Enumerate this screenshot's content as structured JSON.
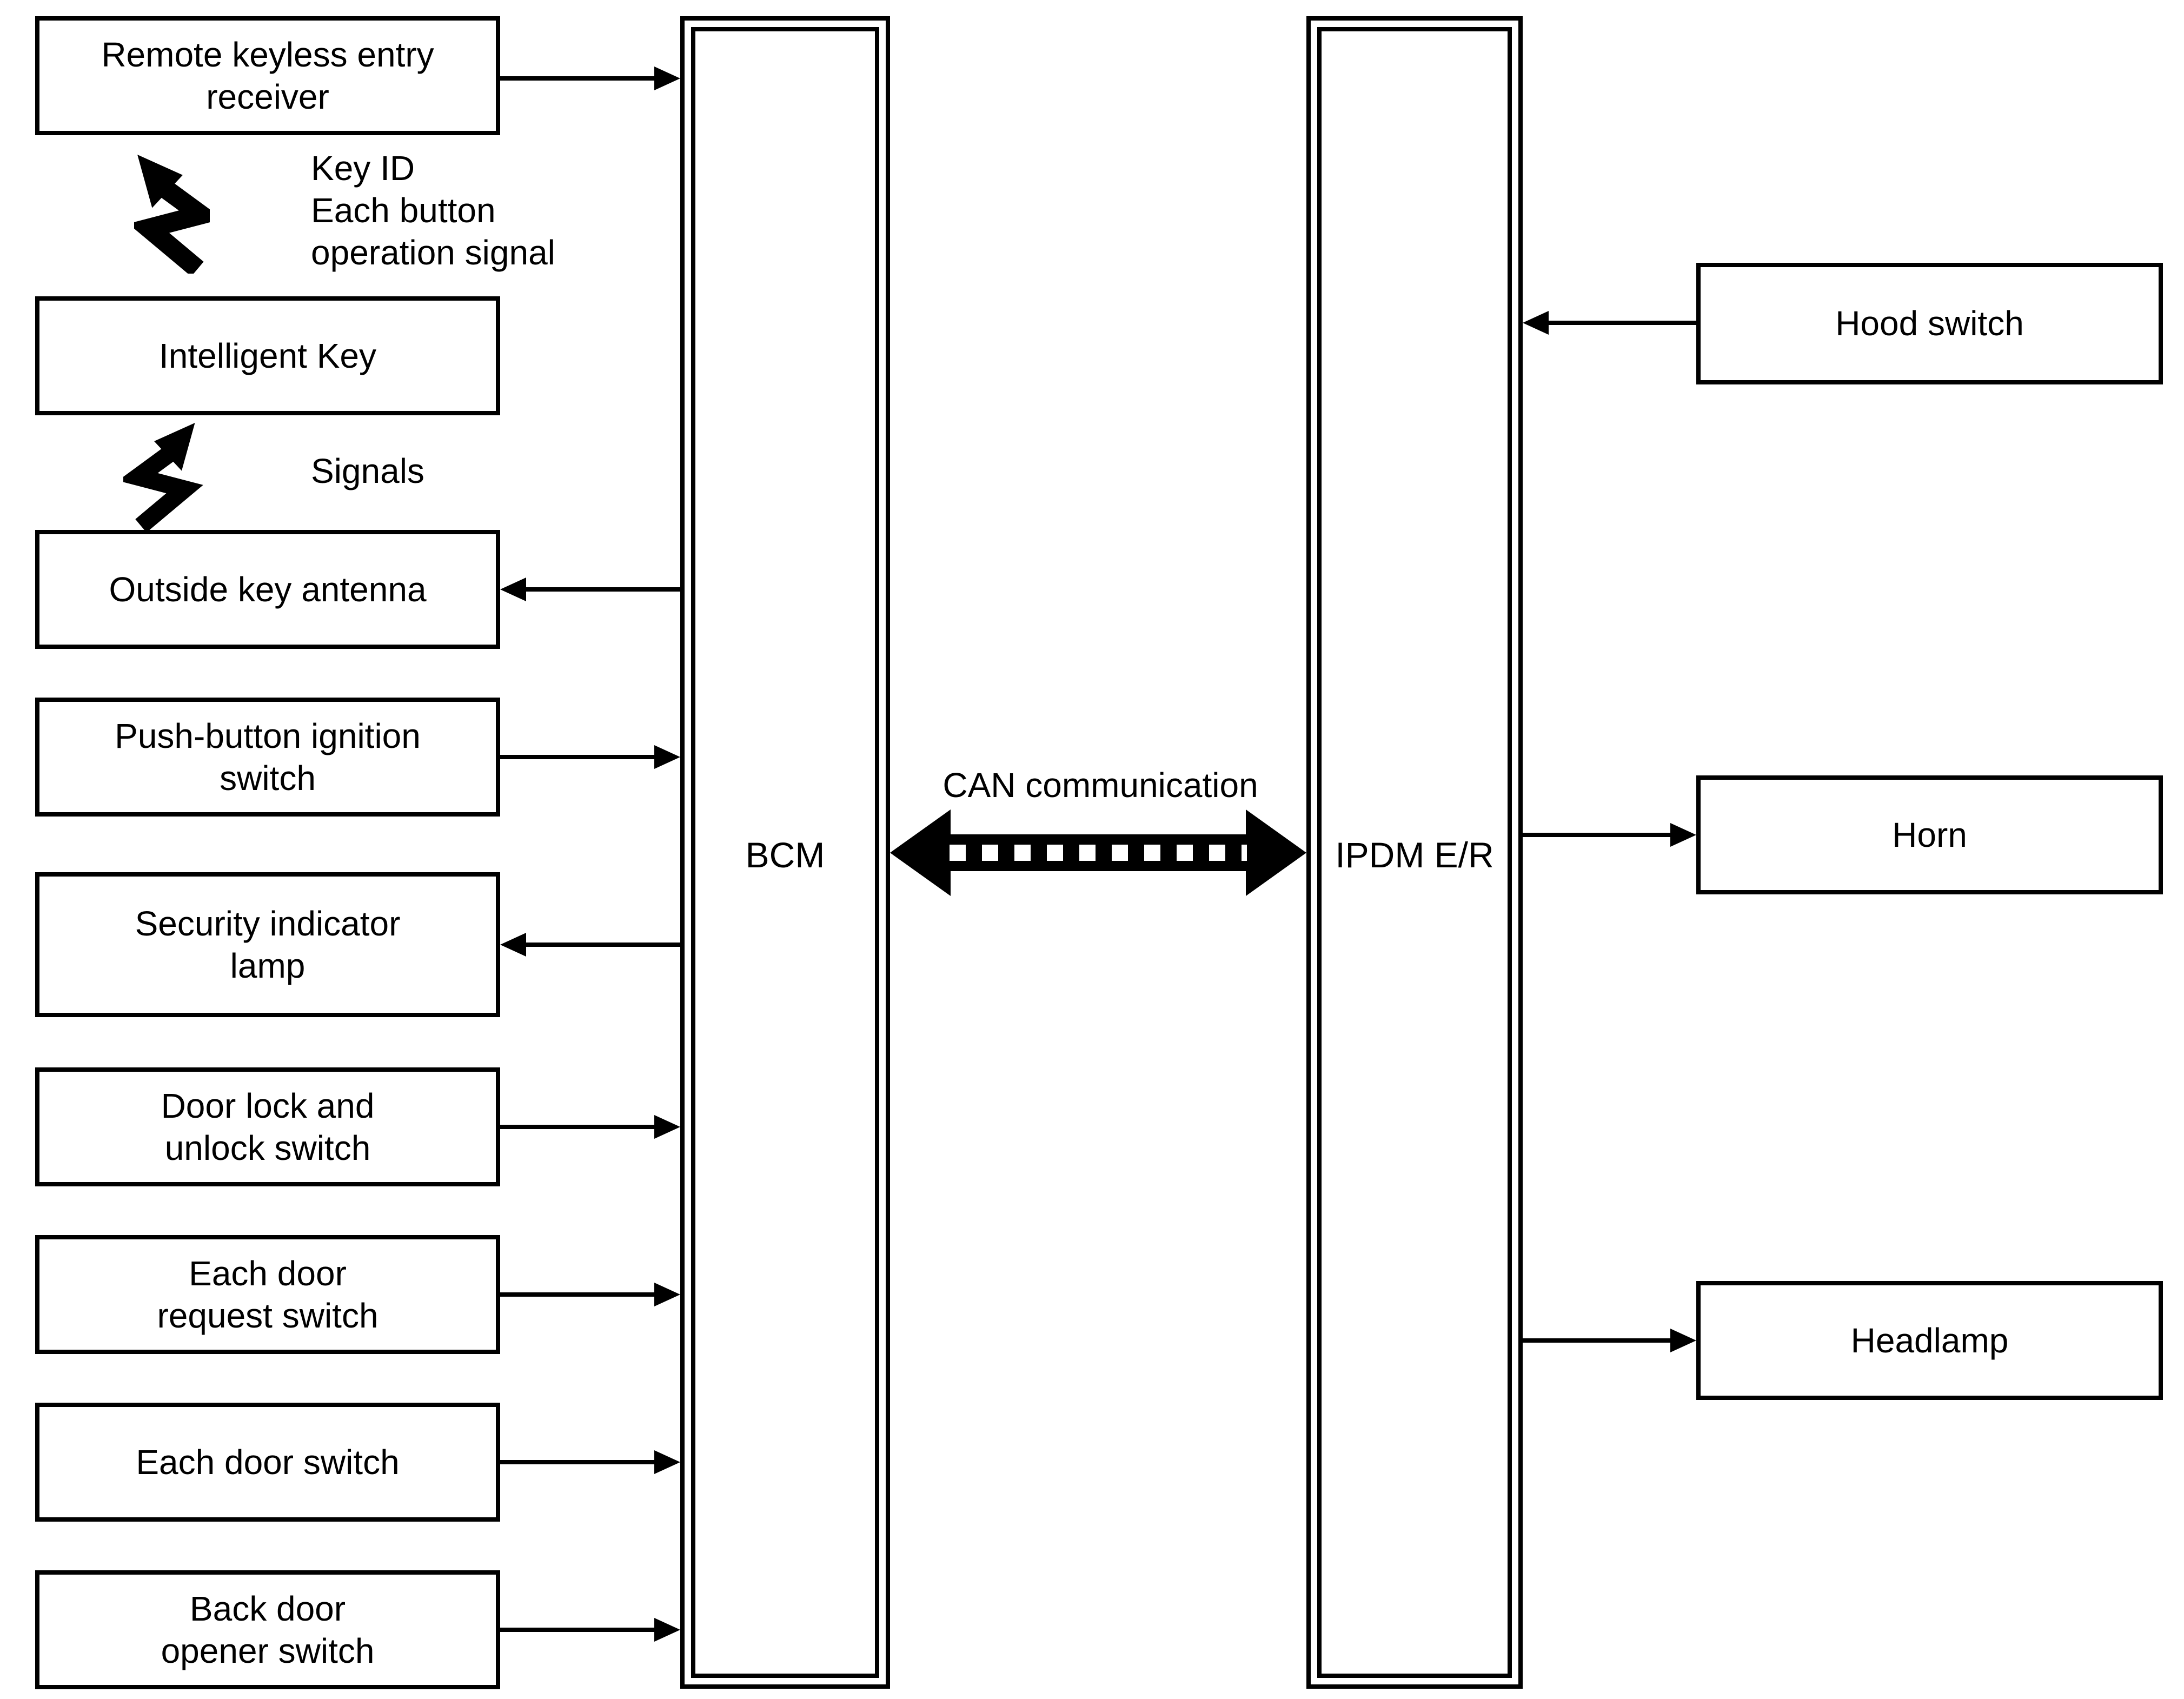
{
  "diagram": {
    "modules": {
      "bcm": "BCM",
      "ipdm": "IPDM E/R"
    },
    "can": {
      "label": "CAN communication",
      "style": "striped-double-headed-arrow"
    },
    "annotations": {
      "key_id": "Key ID\nEach button\noperation signal",
      "signals": "Signals"
    },
    "left_nodes": [
      {
        "label": "Remote keyless entry\nreceiver",
        "arrow": "to-bcm"
      },
      {
        "label": "Intelligent Key",
        "arrow": "wireless"
      },
      {
        "label": "Outside key antenna",
        "arrow": "from-bcm"
      },
      {
        "label": "Push-button ignition\nswitch",
        "arrow": "to-bcm"
      },
      {
        "label": "Security indicator\nlamp",
        "arrow": "from-bcm"
      },
      {
        "label": "Door lock and\nunlock switch",
        "arrow": "to-bcm"
      },
      {
        "label": "Each door\nrequest switch",
        "arrow": "to-bcm"
      },
      {
        "label": "Each door switch",
        "arrow": "to-bcm"
      },
      {
        "label": "Back door\nopener switch",
        "arrow": "to-bcm"
      }
    ],
    "right_nodes": [
      {
        "label": "Hood switch",
        "arrow": "to-ipdm"
      },
      {
        "label": "Horn",
        "arrow": "from-ipdm"
      },
      {
        "label": "Headlamp",
        "arrow": "from-ipdm"
      }
    ],
    "connections": [
      {
        "from": "Remote keyless entry receiver",
        "to": "BCM"
      },
      {
        "from": "Intelligent Key",
        "to": "Remote keyless entry receiver",
        "type": "wireless",
        "signal": "Key ID / Each button operation signal"
      },
      {
        "from": "Intelligent Key",
        "to": "Outside key antenna",
        "type": "wireless",
        "signal": "Signals"
      },
      {
        "from": "BCM",
        "to": "Outside key antenna"
      },
      {
        "from": "Push-button ignition switch",
        "to": "BCM"
      },
      {
        "from": "BCM",
        "to": "Security indicator lamp"
      },
      {
        "from": "Door lock and unlock switch",
        "to": "BCM"
      },
      {
        "from": "Each door request switch",
        "to": "BCM"
      },
      {
        "from": "Each door switch",
        "to": "BCM"
      },
      {
        "from": "Back door opener switch",
        "to": "BCM"
      },
      {
        "from": "BCM",
        "to": "IPDM E/R",
        "type": "CAN communication",
        "bidirectional": true
      },
      {
        "from": "Hood switch",
        "to": "IPDM E/R"
      },
      {
        "from": "IPDM E/R",
        "to": "Horn"
      },
      {
        "from": "IPDM E/R",
        "to": "Headlamp"
      }
    ],
    "colors": {
      "line": "#000000",
      "background": "#ffffff"
    }
  }
}
